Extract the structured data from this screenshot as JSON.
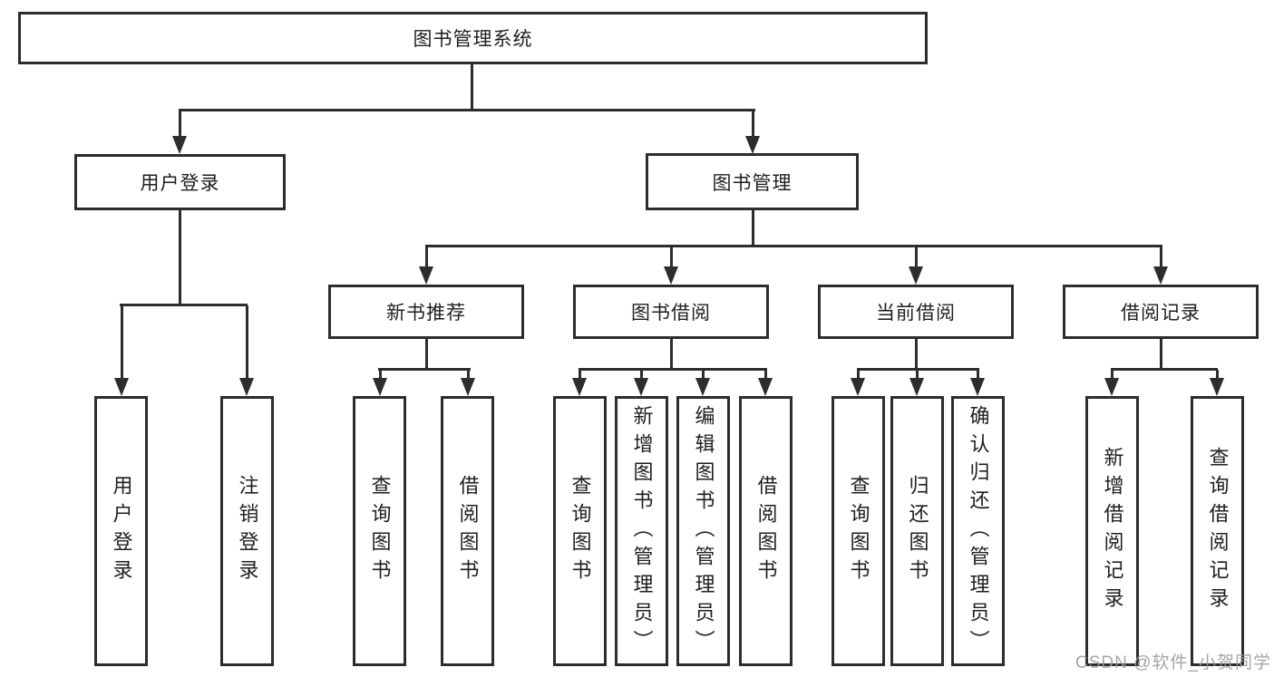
{
  "diagram_title": "图书管理系统",
  "nodes": {
    "root": "图书管理系统",
    "user_login": "用户登录",
    "book_mgmt": "图书管理",
    "new_book": "新书推荐",
    "borrow": "图书借阅",
    "current": "当前借阅",
    "records": "借阅记录"
  },
  "leaves": {
    "user_login": [
      "用户登录",
      "注销登录"
    ],
    "new_book": [
      "查询图书",
      "借阅图书"
    ],
    "borrow": [
      "查询图书",
      "新增图书（管理员）",
      "编辑图书（管理员）",
      "借阅图书"
    ],
    "current": [
      "查询图书",
      "归还图书",
      "确认归还（管理员）"
    ],
    "records": [
      "新增借阅记录",
      "查询借阅记录"
    ]
  },
  "watermark": "CSDN @软件_小贺同学",
  "colors": {
    "line": "#2d2d2d",
    "text": "#1f1f1f",
    "background": "#ffffff",
    "watermark": "#9b9b9b"
  }
}
